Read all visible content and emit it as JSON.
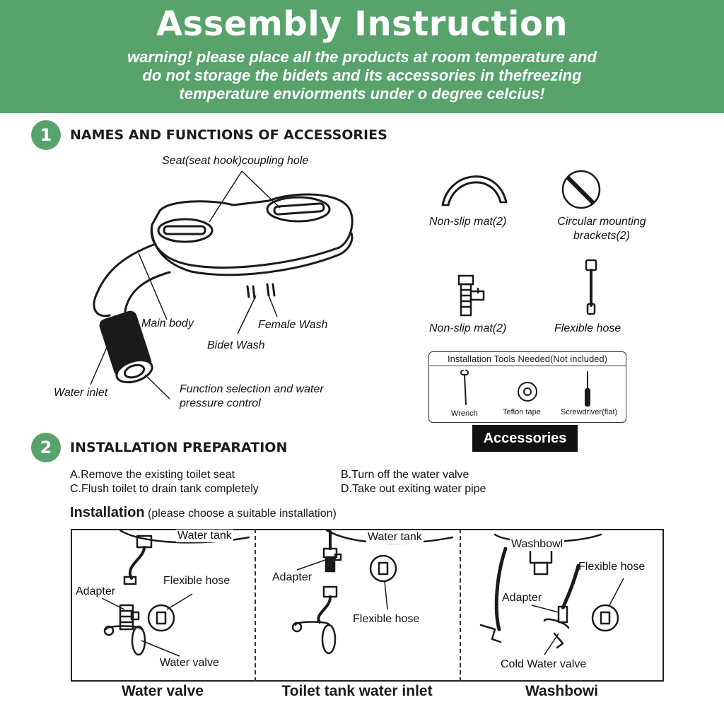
{
  "header": {
    "title": "Assembly Instruction",
    "warning_line1": "warning! please place all the products at room temperature and",
    "warning_line2": "do not storage the bidets and its accessories in thefreezing",
    "warning_line3": "temperature enviorments under o degree celcius!"
  },
  "section1": {
    "number": "1",
    "title": "NAMES AND FUNCTIONS OF ACCESSORIES",
    "labels": {
      "seat_hole": "Seat(seat hook)coupling hole",
      "main_body": "Main body",
      "female_wash": "Female Wash",
      "bidet_wash": "Bidet Wash",
      "water_inlet": "Water inlet",
      "function_line1": "Function selection and water",
      "function_line2": "pressure control"
    },
    "accessories": {
      "non_slip_mat_1": "Non-slip mat(2)",
      "circular_line1": "Circular mounting",
      "circular_line2": "brackets(2)",
      "non_slip_mat_2": "Non-slip mat(2)",
      "flexible_hose": "Flexible hose"
    },
    "tools": {
      "title": "Installation Tools Needed(Not included)",
      "wrench": "Wrench",
      "teflon": "Teflon tape",
      "screwdriver": "Screwdriver(flat)"
    },
    "accessories_tag": "Accessories"
  },
  "section2": {
    "number": "2",
    "title": "INSTALLATION PREPARATION",
    "steps": {
      "a": "A.Remove the existing toilet seat",
      "b": "B.Turn off the water valve",
      "c": "C.Flush toilet to drain tank completely",
      "d": "D.Take out exiting water pipe"
    },
    "installation_title": "Installation",
    "installation_note": "(please choose a suitable installation)",
    "panels": {
      "p1": {
        "caption": "Water valve",
        "water_tank": "Water tank",
        "adapter": "Adapter",
        "flexible_hose": "Flexible hose",
        "water_valve": "Water valve"
      },
      "p2": {
        "caption": "Toilet tank water inlet",
        "water_tank": "Water tank",
        "adapter": "Adapter",
        "flexible_hose": "Flexible hose"
      },
      "p3": {
        "caption": "Washbowi",
        "washbowl": "Washbowl",
        "flexible_hose": "Flexible hose",
        "adapter": "Adapter",
        "cold_water_valve": "Cold Water valve"
      }
    }
  },
  "colors": {
    "brand_green": "#58a26c",
    "tag_black": "#111111"
  }
}
